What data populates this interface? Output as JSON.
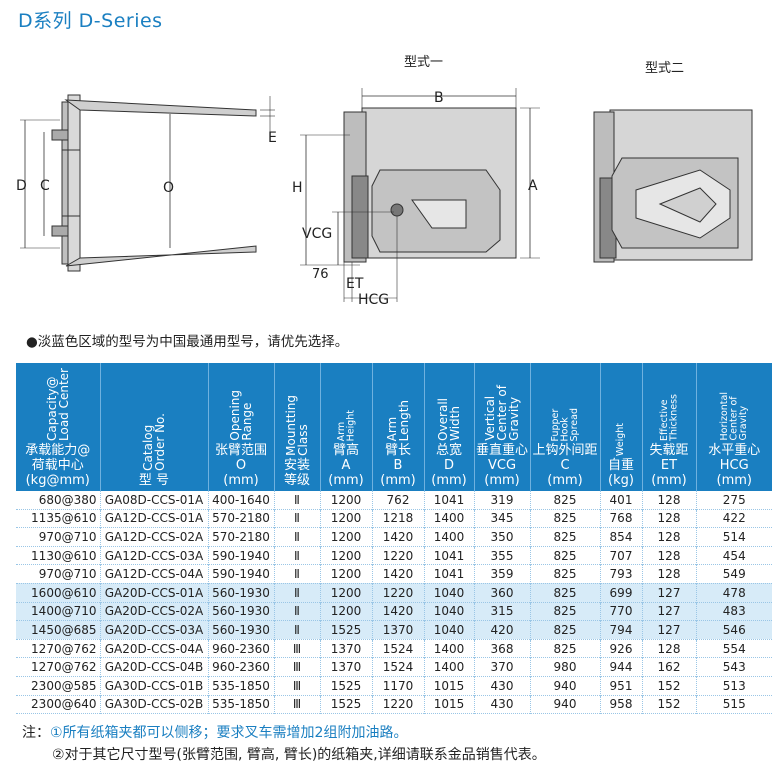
{
  "title": "D系列  D-Series",
  "diagram": {
    "label_type1": "型式一",
    "label_type2": "型式二",
    "dims": {
      "D": "D",
      "C": "C",
      "O": "O",
      "E": "E",
      "H": "H",
      "B": "B",
      "A": "A",
      "VCG": "VCG",
      "ET": "ET",
      "HCG": "HCG",
      "n76": "76"
    }
  },
  "note": "●淡蓝色区域的型号为中国最通用型号，请优先选择。",
  "table": {
    "headers": [
      {
        "en": "Capacity@\nLoad Center",
        "cn": "承载能力@\n荷载中心\n(kg@mm)",
        "small": false
      },
      {
        "en": "Catalog\nOrder No.",
        "cn": "型 号",
        "small": false
      },
      {
        "en": "Opening\nRange",
        "cn": "张臂范围\nO\n(mm)",
        "small": false
      },
      {
        "en": "Mountting\nClass",
        "cn": "安装\n等级",
        "small": false
      },
      {
        "en": "Arm\nHeight",
        "cn": "臂高\nA\n(mm)",
        "small": true
      },
      {
        "en": "Arm\nLength",
        "cn": "臂长\nB\n(mm)",
        "small": false
      },
      {
        "en": "Overall\nWidth",
        "cn": "总宽\nD\n(mm)",
        "small": false
      },
      {
        "en": "Vertical\nCenter of\nGravity",
        "cn": "垂直重心\nVCG\n(mm)",
        "small": false
      },
      {
        "en": "Fupper\nHook\nSpread",
        "cn": "上钩外间距\nC\n(mm)",
        "small": true
      },
      {
        "en": "Weight",
        "cn": "自重\n(kg)",
        "small": true
      },
      {
        "en": "Effective\nThickness",
        "cn": "失载距\nET\n(mm)",
        "small": true
      },
      {
        "en": "Horizontal\nCenter of\nGravity",
        "cn": "水平重心\nHCG\n(mm)",
        "small": true
      }
    ],
    "rows": [
      {
        "hl": false,
        "cells": [
          "680@380",
          "GA08D-CCS-01A",
          "400-1640",
          "Ⅱ",
          "1200",
          "762",
          "1041",
          "319",
          "825",
          "401",
          "128",
          "275"
        ]
      },
      {
        "hl": false,
        "cells": [
          "1135@610",
          "GA12D-CCS-01A",
          "570-2180",
          "Ⅱ",
          "1200",
          "1218",
          "1400",
          "345",
          "825",
          "768",
          "128",
          "422"
        ]
      },
      {
        "hl": false,
        "cells": [
          "970@710",
          "GA12D-CCS-02A",
          "570-2180",
          "Ⅱ",
          "1200",
          "1420",
          "1400",
          "350",
          "825",
          "854",
          "128",
          "514"
        ]
      },
      {
        "hl": false,
        "cells": [
          "1130@610",
          "GA12D-CCS-03A",
          "590-1940",
          "Ⅱ",
          "1200",
          "1220",
          "1041",
          "355",
          "825",
          "707",
          "128",
          "454"
        ]
      },
      {
        "hl": false,
        "cells": [
          "970@710",
          "GA12D-CCS-04A",
          "590-1940",
          "Ⅱ",
          "1200",
          "1420",
          "1041",
          "359",
          "825",
          "793",
          "128",
          "549"
        ]
      },
      {
        "hl": true,
        "cells": [
          "1600@610",
          "GA20D-CCS-01A",
          "560-1930",
          "Ⅱ",
          "1200",
          "1220",
          "1040",
          "360",
          "825",
          "699",
          "127",
          "478"
        ]
      },
      {
        "hl": true,
        "cells": [
          "1400@710",
          "GA20D-CCS-02A",
          "560-1930",
          "Ⅱ",
          "1200",
          "1420",
          "1040",
          "315",
          "825",
          "770",
          "127",
          "483"
        ]
      },
      {
        "hl": true,
        "cells": [
          "1450@685",
          "GA20D-CCS-03A",
          "560-1930",
          "Ⅱ",
          "1525",
          "1370",
          "1040",
          "420",
          "825",
          "794",
          "127",
          "546"
        ]
      },
      {
        "hl": false,
        "cells": [
          "1270@762",
          "GA20D-CCS-04A",
          "960-2360",
          "Ⅲ",
          "1370",
          "1524",
          "1400",
          "368",
          "825",
          "926",
          "128",
          "554"
        ]
      },
      {
        "hl": false,
        "cells": [
          "1270@762",
          "GA20D-CCS-04B",
          "960-2360",
          "Ⅲ",
          "1370",
          "1524",
          "1400",
          "370",
          "980",
          "944",
          "162",
          "543"
        ]
      },
      {
        "hl": false,
        "cells": [
          "2300@585",
          "GA30D-CCS-01B",
          "535-1850",
          "Ⅲ",
          "1525",
          "1170",
          "1015",
          "430",
          "940",
          "951",
          "152",
          "513"
        ]
      },
      {
        "hl": false,
        "cells": [
          "2300@640",
          "GA30D-CCS-02B",
          "535-1850",
          "Ⅲ",
          "1525",
          "1220",
          "1015",
          "430",
          "940",
          "958",
          "152",
          "515"
        ]
      }
    ]
  },
  "footer": {
    "label": "注：",
    "line1": "①所有纸箱夹都可以侧移；要求叉车需增加2组附加油路。",
    "line2": "②对于其它尺寸型号(张臂范围, 臂高, 臂长)的纸箱夹,详细请联系金品销售代表。"
  },
  "colors": {
    "accent": "#1a7fc1",
    "highlight_row": "#d7ebf8"
  }
}
